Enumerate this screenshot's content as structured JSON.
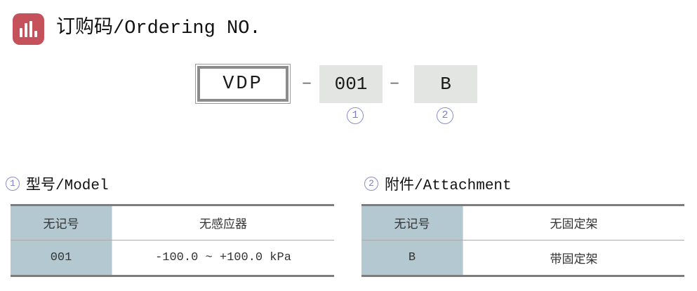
{
  "colors": {
    "accent_red": "#c5515b",
    "circle_violet": "#7b7ec6",
    "code_box_gray": "#e2e5e1",
    "table_col1_blue": "#b4c8d2",
    "table_border_dark": "#7d7d7d",
    "table_row_divider": "#ababab",
    "text_dark": "#1a1a1a"
  },
  "header": {
    "title": "订购码/Ordering NO."
  },
  "ordering_code": {
    "model": "VDP",
    "separator": "–",
    "segment1": {
      "value": "001",
      "ref_digit": "1"
    },
    "segment2": {
      "value": "B",
      "ref_digit": "2"
    }
  },
  "sections": [
    {
      "ref_digit": "1",
      "title": "型号/Model",
      "rows": [
        {
          "code": "无记号",
          "desc": "无感应器"
        },
        {
          "code": "001",
          "desc": "-100.0 ~ +100.0 kPa"
        }
      ]
    },
    {
      "ref_digit": "2",
      "title": "附件/Attachment",
      "rows": [
        {
          "code": "无记号",
          "desc": "无固定架"
        },
        {
          "code": "B",
          "desc": "带固定架"
        }
      ]
    }
  ]
}
